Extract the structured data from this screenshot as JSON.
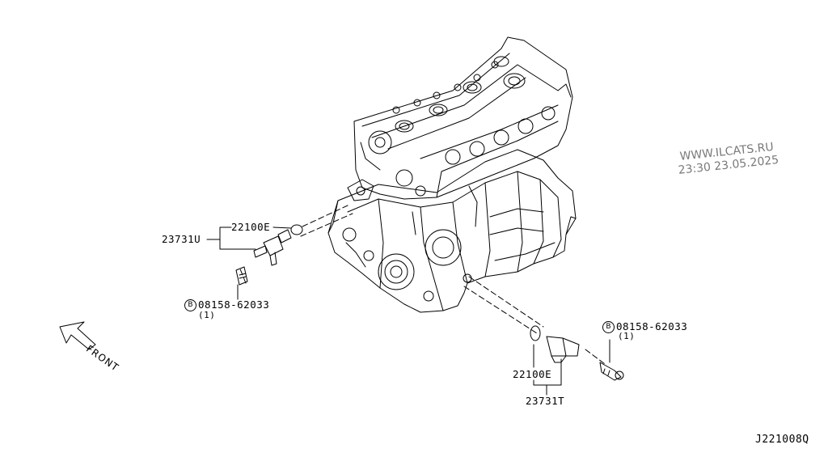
{
  "parts": {
    "upper_sensor_part": "23731U",
    "upper_oring_part": "22100E",
    "upper_bolt_part": "08158-62033",
    "upper_bolt_qty": "(1)",
    "upper_bolt_mark": "B",
    "lower_bolt_part": "08158-62033",
    "lower_bolt_qty": "(1)",
    "lower_bolt_mark": "B",
    "lower_oring_part": "22100E",
    "lower_sensor_part": "23731T"
  },
  "direction": {
    "front_label": "FRONT"
  },
  "watermark": {
    "line1": "WWW.ILCATS.RU",
    "line2": "23:30 23.05.2025"
  },
  "diagram_code": "J221008Q"
}
